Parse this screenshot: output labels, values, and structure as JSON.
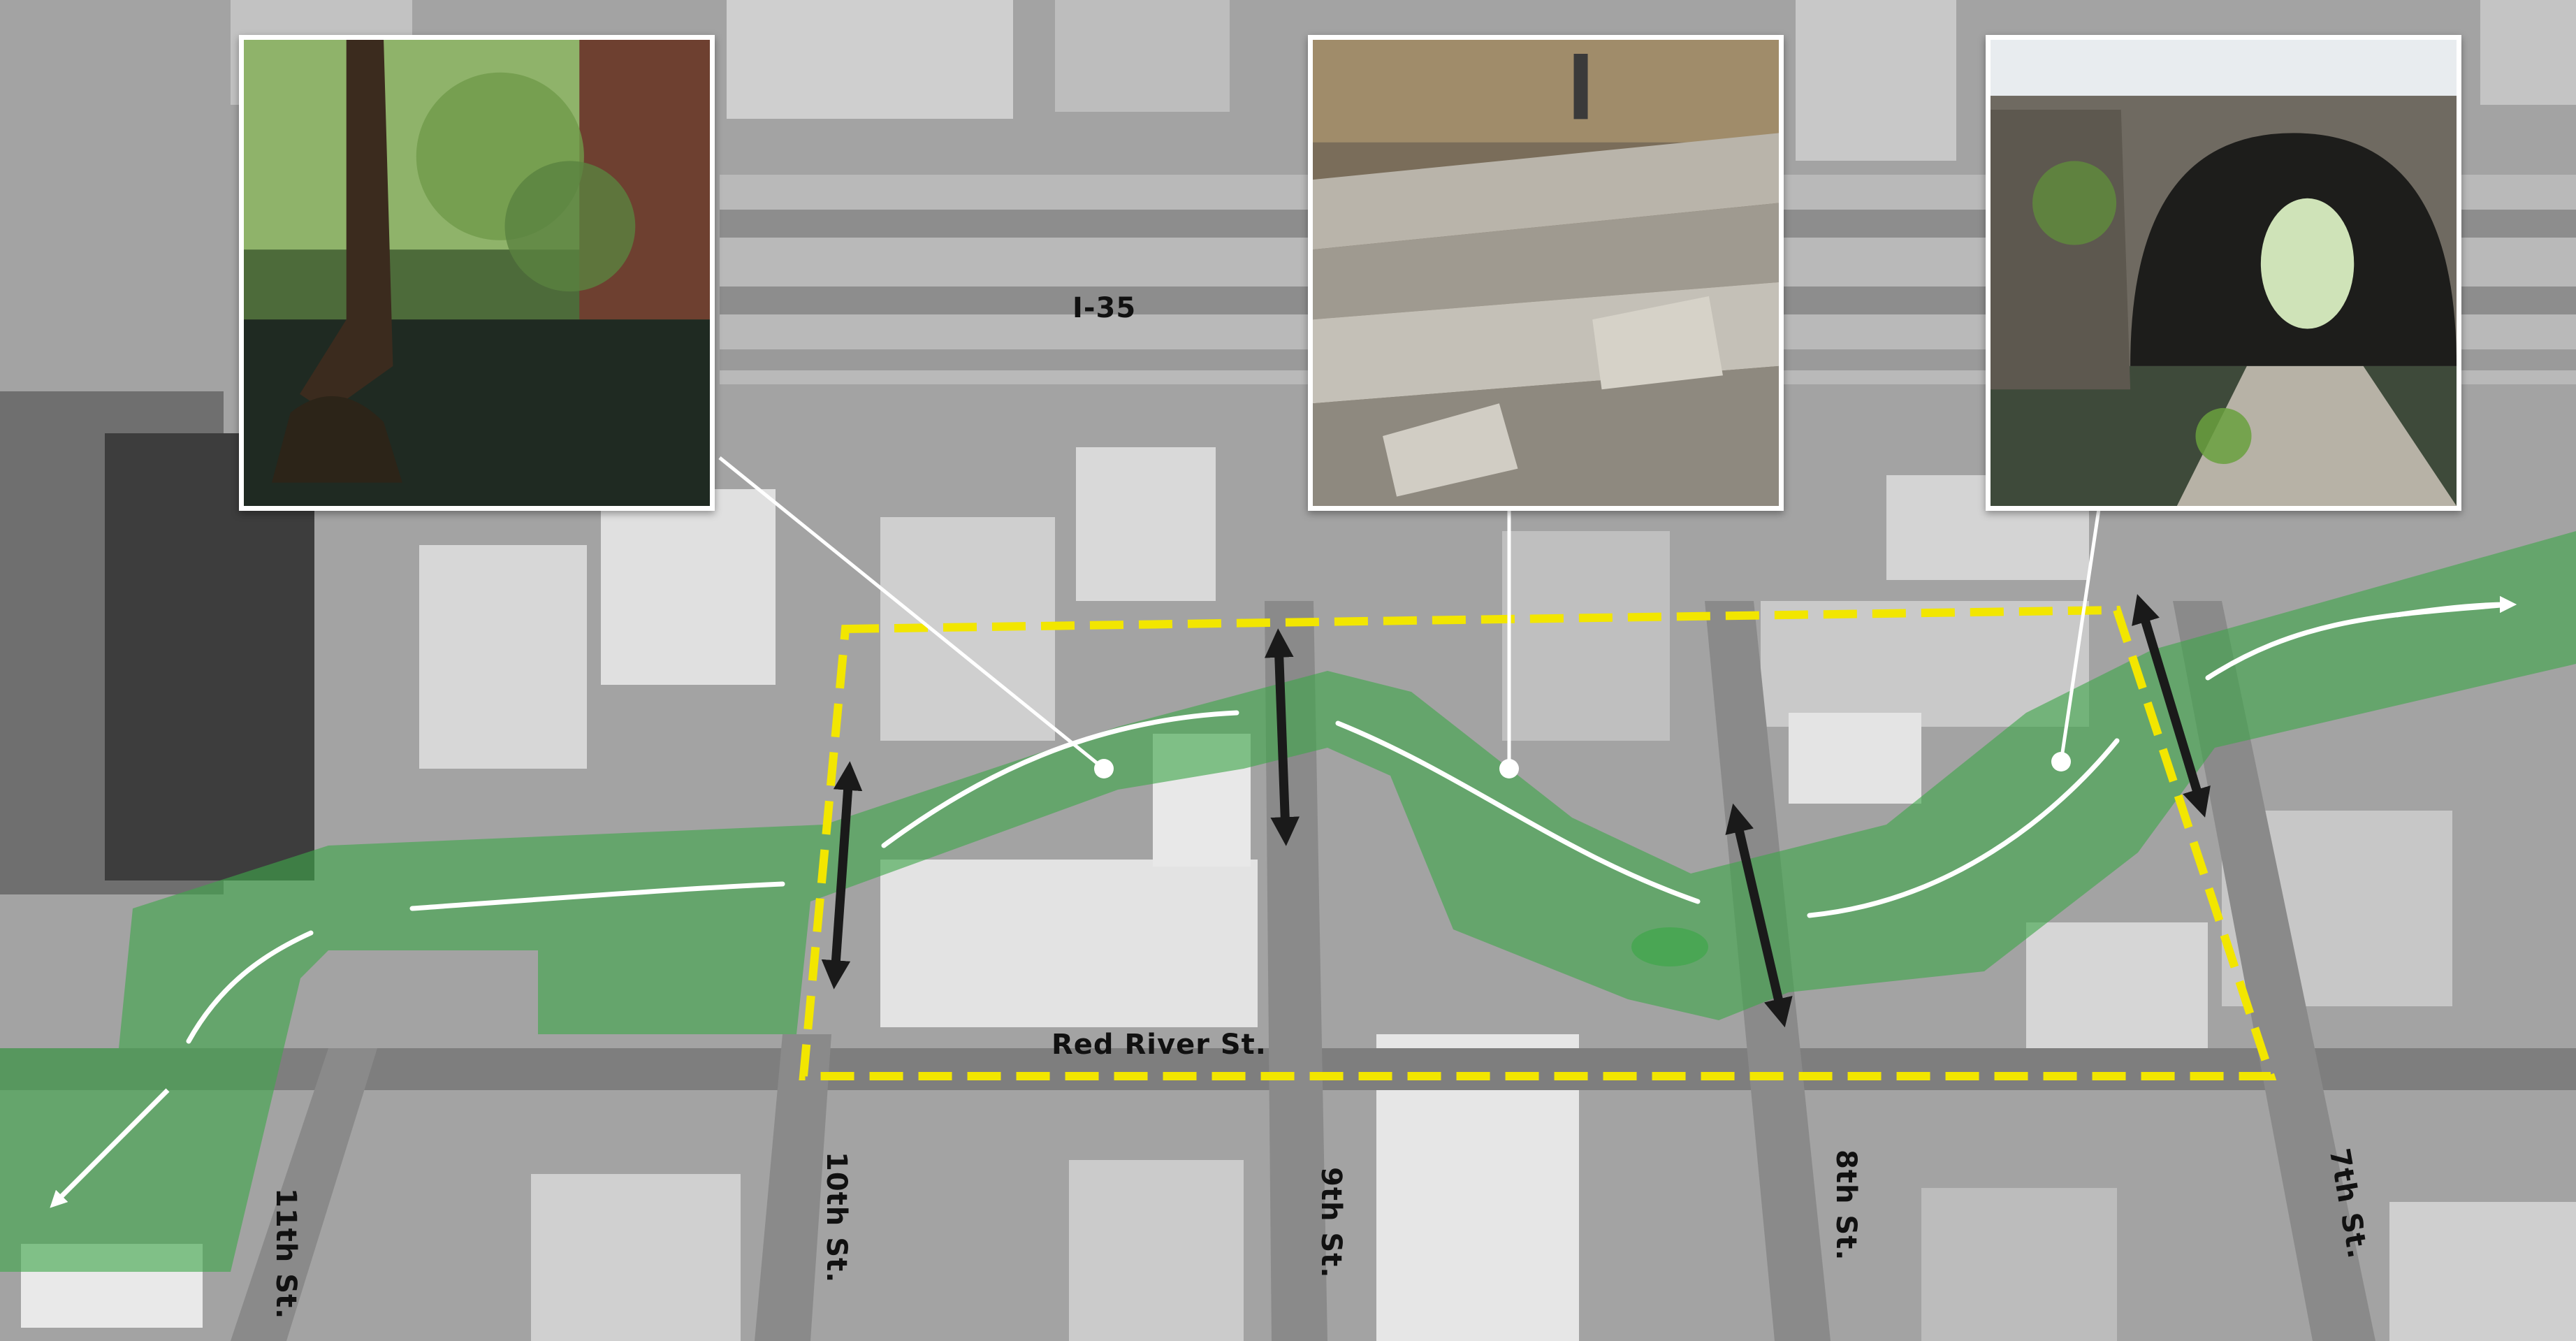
{
  "map": {
    "highway_label": "I-35",
    "main_street_label": "Red River St.",
    "cross_streets": [
      {
        "id": "11th",
        "label": "11th St."
      },
      {
        "id": "10th",
        "label": "10th St."
      },
      {
        "id": "9th",
        "label": "9th St."
      },
      {
        "id": "8th",
        "label": "8th St."
      },
      {
        "id": "7th",
        "label": "7th St."
      }
    ],
    "photos": [
      {
        "id": "cypress-creek",
        "subject": "cypress tree beside creek pool"
      },
      {
        "id": "stone-steps",
        "subject": "limestone step terraces in creek"
      },
      {
        "id": "stone-tunnel",
        "subject": "stone arch tunnel over creek with trail"
      }
    ],
    "colors": {
      "greenway": "#3fa64a",
      "trail_line": "#ffffff",
      "study_area_outline": "#f2e600",
      "connection_arrows": "#1a1a1a",
      "photo_border": "#ffffff"
    }
  }
}
